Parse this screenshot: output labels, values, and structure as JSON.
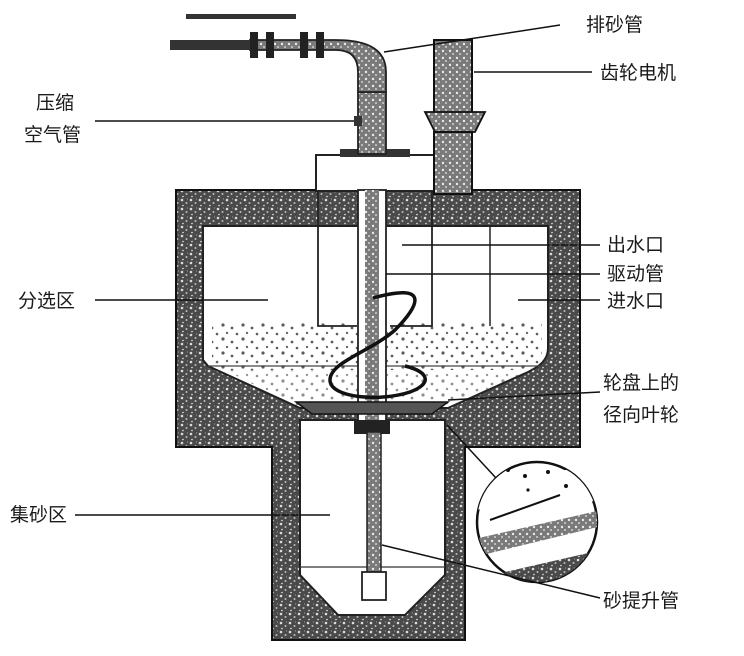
{
  "labels": {
    "sand_discharge_pipe": "排砂管",
    "gear_motor": "齿轮电机",
    "compressed_air_pipe_line1": "压缩",
    "compressed_air_pipe_line2": "空气管",
    "water_outlet": "出水口",
    "drive_tube": "驱动管",
    "separation_zone": "分选区",
    "water_inlet": "进水口",
    "impeller_line1": "轮盘上的",
    "impeller_line2": "径向叶轮",
    "sand_collection_zone": "集砂区",
    "sand_lift_pipe": "砂提升管"
  },
  "colors": {
    "ink": "#1a1a1a",
    "concrete": "#3a3a3a",
    "background": "#ffffff"
  }
}
